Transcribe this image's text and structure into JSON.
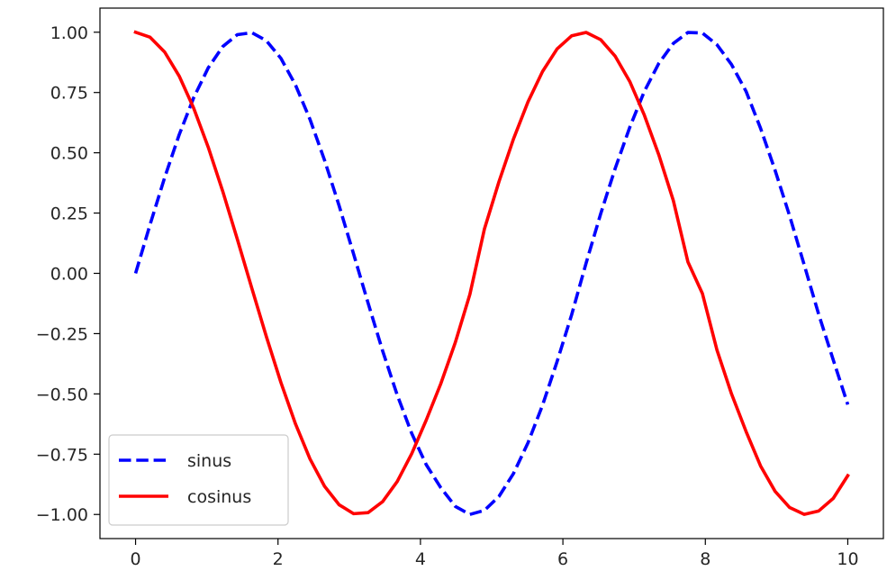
{
  "chart_data": {
    "type": "line",
    "title": "",
    "xlabel": "",
    "ylabel": "",
    "xlim": [
      -0.5,
      10.5
    ],
    "ylim": [
      -1.1,
      1.1
    ],
    "xticks": [
      0,
      2,
      4,
      6,
      8,
      10
    ],
    "xtick_labels": [
      "0",
      "2",
      "4",
      "6",
      "8",
      "10"
    ],
    "yticks": [
      1.0,
      0.75,
      0.5,
      0.25,
      0.0,
      -0.25,
      -0.5,
      -0.75,
      -1.0
    ],
    "ytick_labels": [
      "1.00",
      "0.75",
      "0.50",
      "0.25",
      "0.00",
      "−0.25",
      "−0.50",
      "−0.75",
      "−1.00"
    ],
    "grid": false,
    "legend_position": "lower-left",
    "x": [
      0.0,
      0.2041,
      0.4082,
      0.6122,
      0.8163,
      1.0204,
      1.2245,
      1.4286,
      1.6327,
      1.8367,
      2.0408,
      2.2449,
      2.449,
      2.6531,
      2.8571,
      3.0612,
      3.2653,
      3.4694,
      3.6735,
      3.8776,
      4.0816,
      4.2857,
      4.4898,
      4.6939,
      4.898,
      5.102,
      5.3061,
      5.5102,
      5.7143,
      5.9184,
      6.1224,
      6.3265,
      6.5306,
      6.7347,
      6.9388,
      7.1429,
      7.3469,
      7.551,
      7.7551,
      7.9592,
      8.1633,
      8.3673,
      8.5714,
      8.7755,
      8.9796,
      9.1837,
      9.3878,
      9.5918,
      9.7959,
      10.0
    ],
    "series": [
      {
        "name": "sinus",
        "color": "#0000ff",
        "style": "dashed",
        "values": [
          0.0,
          0.2027,
          0.3969,
          0.5747,
          0.7286,
          0.8523,
          0.9405,
          0.9898,
          0.9981,
          0.9649,
          0.8917,
          0.7814,
          0.6386,
          0.4695,
          0.2814,
          0.0802,
          -0.1239,
          -0.3219,
          -0.5045,
          -0.6639,
          -0.7937,
          -0.8892,
          -0.9666,
          -0.9999,
          -0.983,
          -0.9253,
          -0.8303,
          -0.7027,
          -0.5469,
          -0.3659,
          -0.1722,
          0.0431,
          0.2469,
          0.4354,
          0.6055,
          0.7542,
          0.871,
          0.9535,
          0.9989,
          0.9966,
          0.9481,
          0.8661,
          0.7551,
          0.6015,
          0.4271,
          0.2381,
          0.0355,
          -0.1702,
          -0.359,
          -0.544
        ]
      },
      {
        "name": "cosinus",
        "color": "#ff0000",
        "style": "solid",
        "values": [
          1.0,
          0.9792,
          0.9179,
          0.8184,
          0.685,
          0.523,
          0.3398,
          0.1418,
          -0.062,
          -0.2627,
          -0.4527,
          -0.6241,
          -0.7697,
          -0.883,
          -0.9596,
          -0.9968,
          -0.9923,
          -0.9468,
          -0.8634,
          -0.7478,
          -0.6083,
          -0.4576,
          -0.2863,
          -0.0873,
          0.1837,
          0.3797,
          0.5573,
          0.7114,
          0.8372,
          0.9307,
          0.985,
          0.9991,
          0.969,
          0.9003,
          0.7957,
          0.6566,
          0.4913,
          0.3015,
          0.0478,
          -0.0841,
          -0.3182,
          -0.4997,
          -0.6556,
          -0.7988,
          -0.9042,
          -0.9713,
          -0.9994,
          -0.9854,
          -0.9334,
          -0.8391
        ]
      }
    ]
  }
}
